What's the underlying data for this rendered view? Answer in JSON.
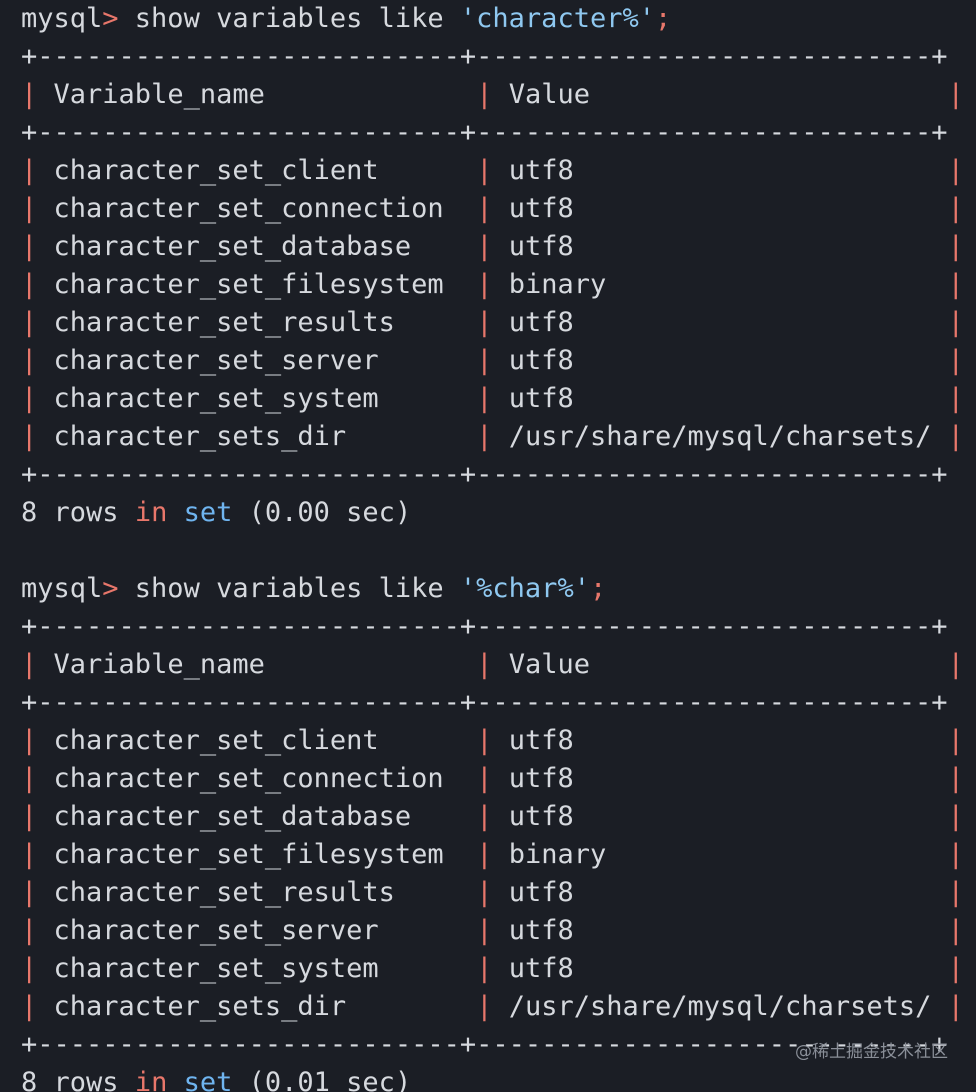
{
  "blocks": [
    {
      "prompt": "mysql",
      "command": "show variables like ",
      "query_value": "'character%'",
      "terminator": ";",
      "border_line": "+------------------------------------------+------------------------------------------+",
      "header": {
        "name": "Variable_name",
        "value": "Value"
      },
      "rows": [
        {
          "name": "character_set_client",
          "value": "utf8"
        },
        {
          "name": "character_set_connection",
          "value": "utf8"
        },
        {
          "name": "character_set_database",
          "value": "utf8"
        },
        {
          "name": "character_set_filesystem",
          "value": "binary"
        },
        {
          "name": "character_set_results",
          "value": "utf8"
        },
        {
          "name": "character_set_server",
          "value": "utf8"
        },
        {
          "name": "character_set_system",
          "value": "utf8"
        },
        {
          "name": "character_sets_dir",
          "value": "/usr/share/mysql/charsets/"
        }
      ],
      "summary": {
        "count": "8 rows",
        "in": "in",
        "set": "set",
        "time": "(0.00 sec)"
      }
    },
    {
      "prompt": "mysql",
      "command": "show variables like ",
      "query_value": "'%char%'",
      "terminator": ";",
      "border_line": "+------------------------------------------+------------------------------------------+",
      "header": {
        "name": "Variable_name",
        "value": "Value"
      },
      "rows": [
        {
          "name": "character_set_client",
          "value": "utf8"
        },
        {
          "name": "character_set_connection",
          "value": "utf8"
        },
        {
          "name": "character_set_database",
          "value": "utf8"
        },
        {
          "name": "character_set_filesystem",
          "value": "binary"
        },
        {
          "name": "character_set_results",
          "value": "utf8"
        },
        {
          "name": "character_set_server",
          "value": "utf8"
        },
        {
          "name": "character_set_system",
          "value": "utf8"
        },
        {
          "name": "character_sets_dir",
          "value": "/usr/share/mysql/charsets/"
        }
      ],
      "summary": {
        "count": "8 rows",
        "in": "in",
        "set": "set",
        "time": "(0.01 sec)"
      }
    }
  ],
  "watermark": "@稀土掘金技术社区",
  "colors": {
    "background": "#1b1e25",
    "text": "#d6d9de",
    "accent_red": "#e8776b",
    "accent_blue": "#6fb4ef",
    "string_blue": "#8fc8f0"
  }
}
